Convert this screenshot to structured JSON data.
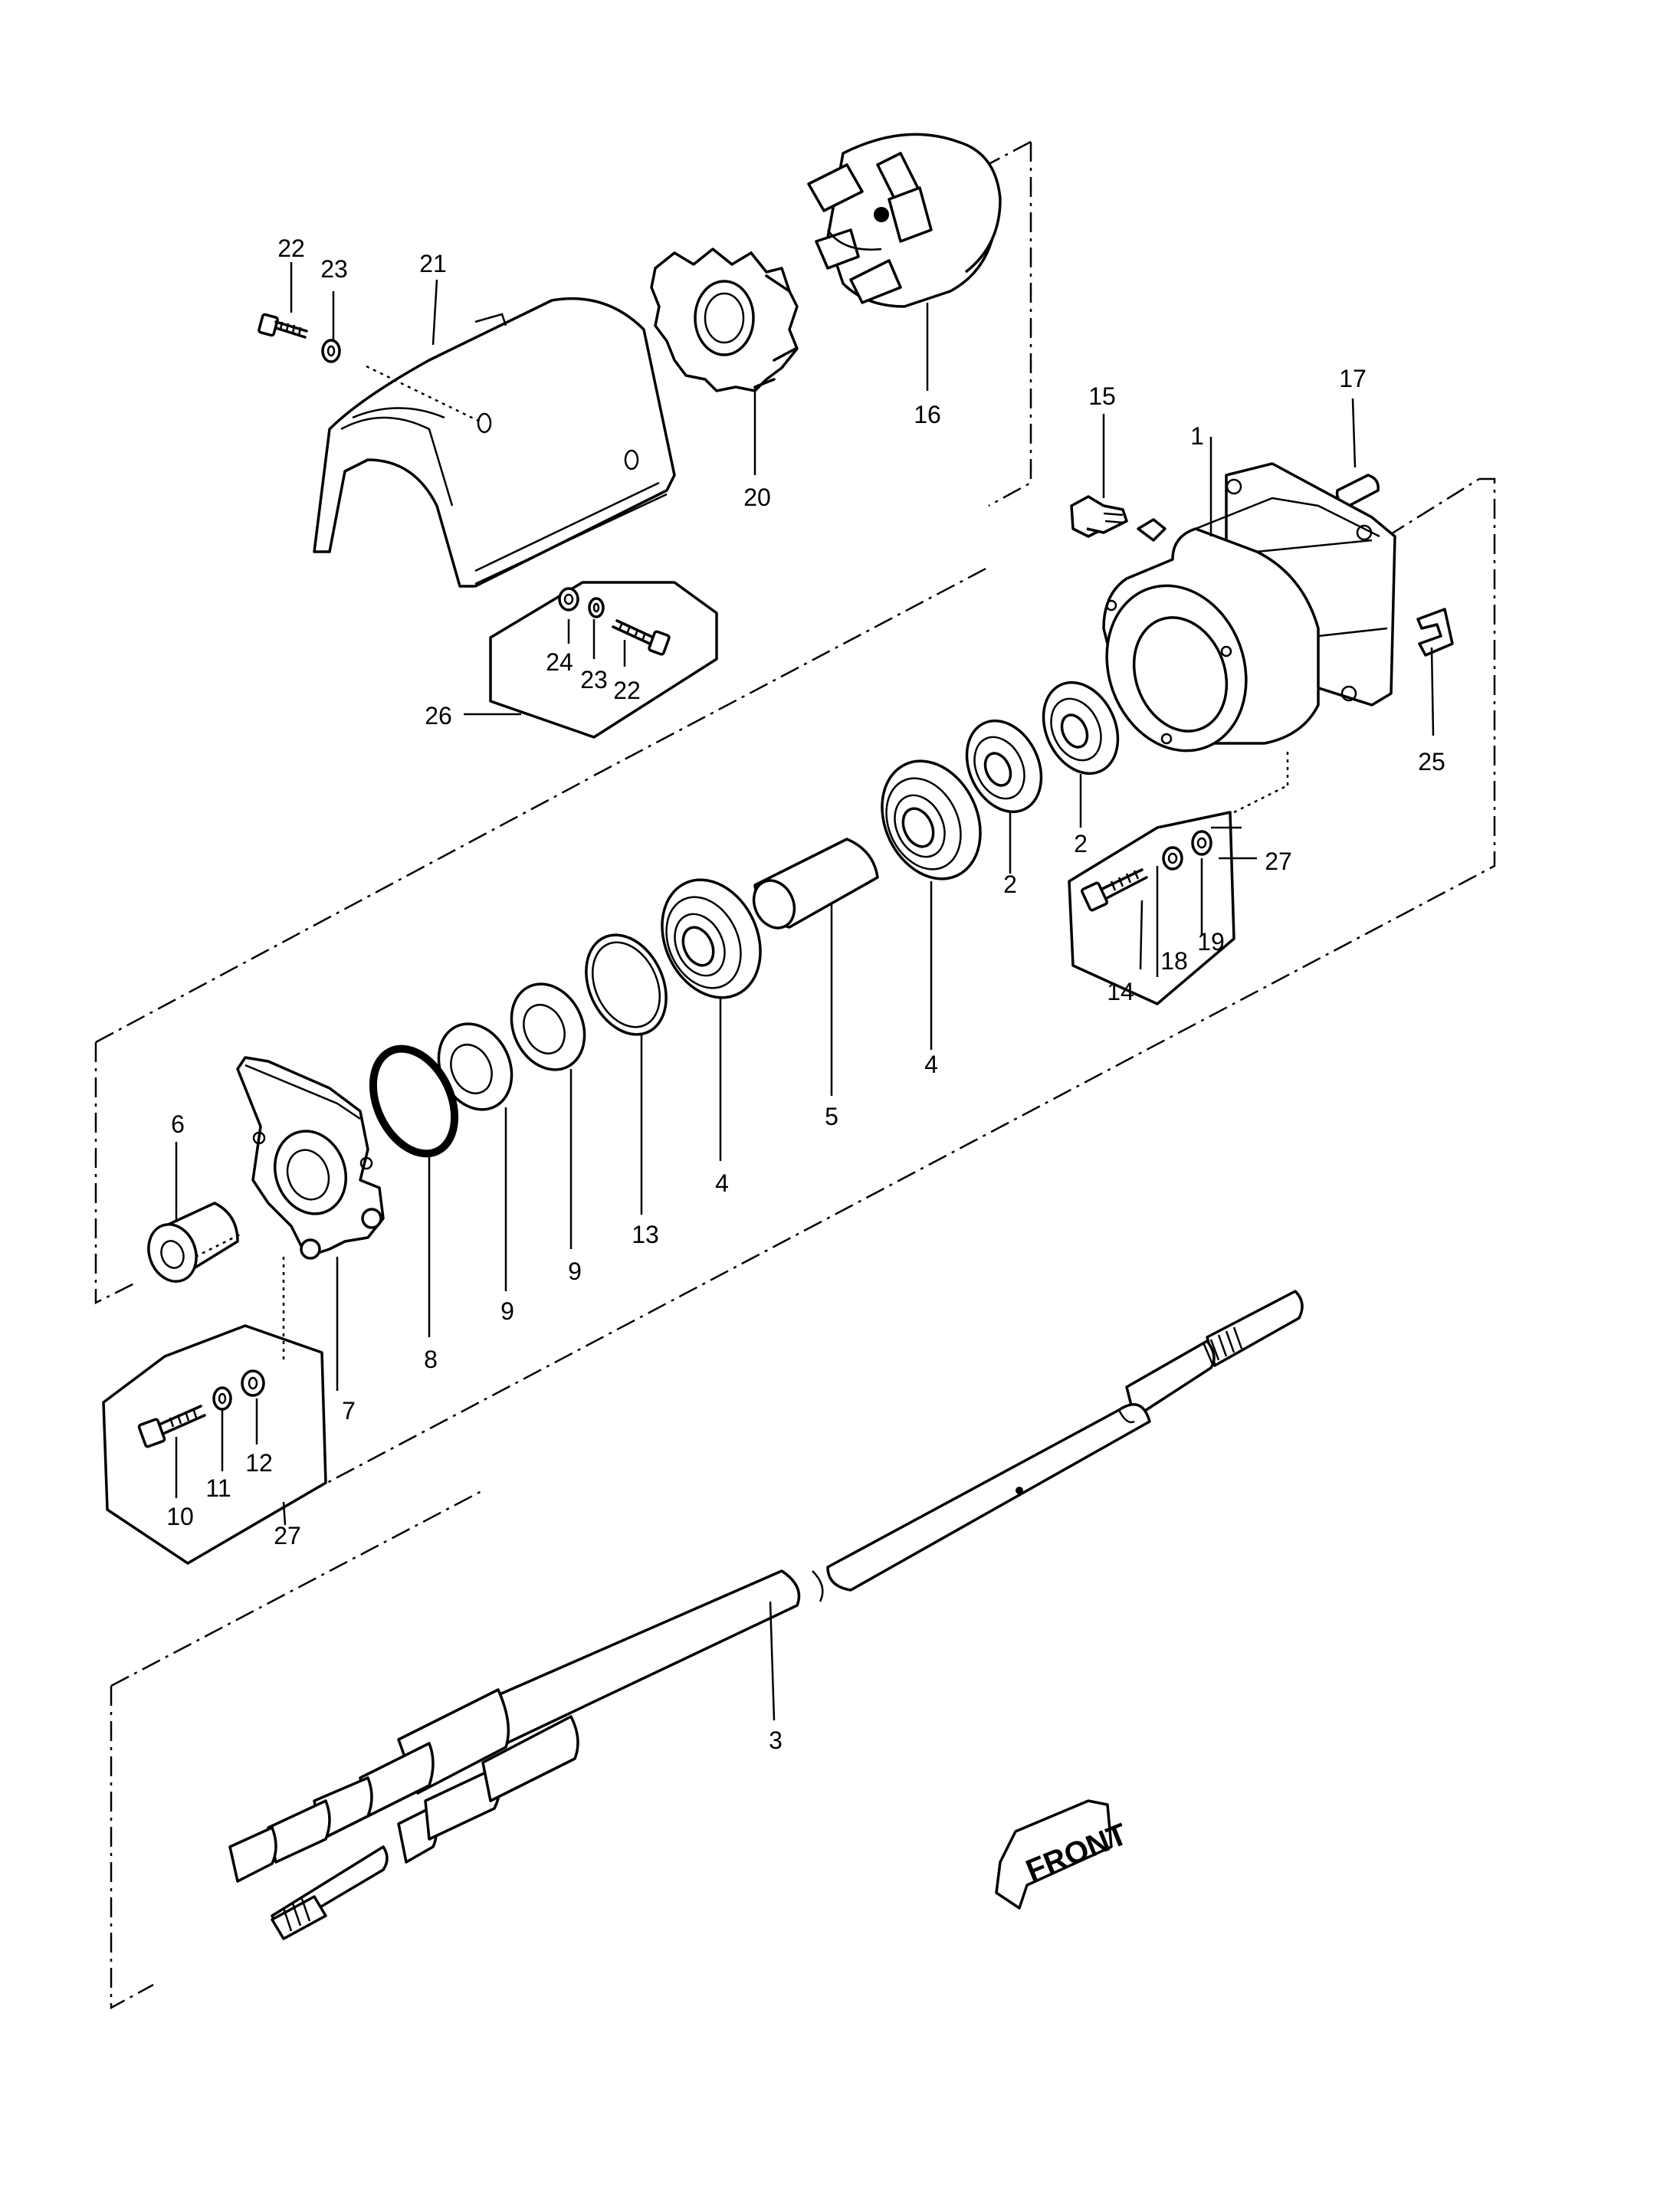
{
  "callouts": [
    "1",
    "2",
    "2",
    "3",
    "4",
    "4",
    "5",
    "6",
    "7",
    "8",
    "9",
    "9",
    "10",
    "11",
    "12",
    "13",
    "14",
    "15",
    "16",
    "17",
    "18",
    "19",
    "20",
    "21",
    "22",
    "22",
    "23",
    "23",
    "24",
    "25",
    "26",
    "27",
    "27"
  ],
  "front_label": "FRONT"
}
